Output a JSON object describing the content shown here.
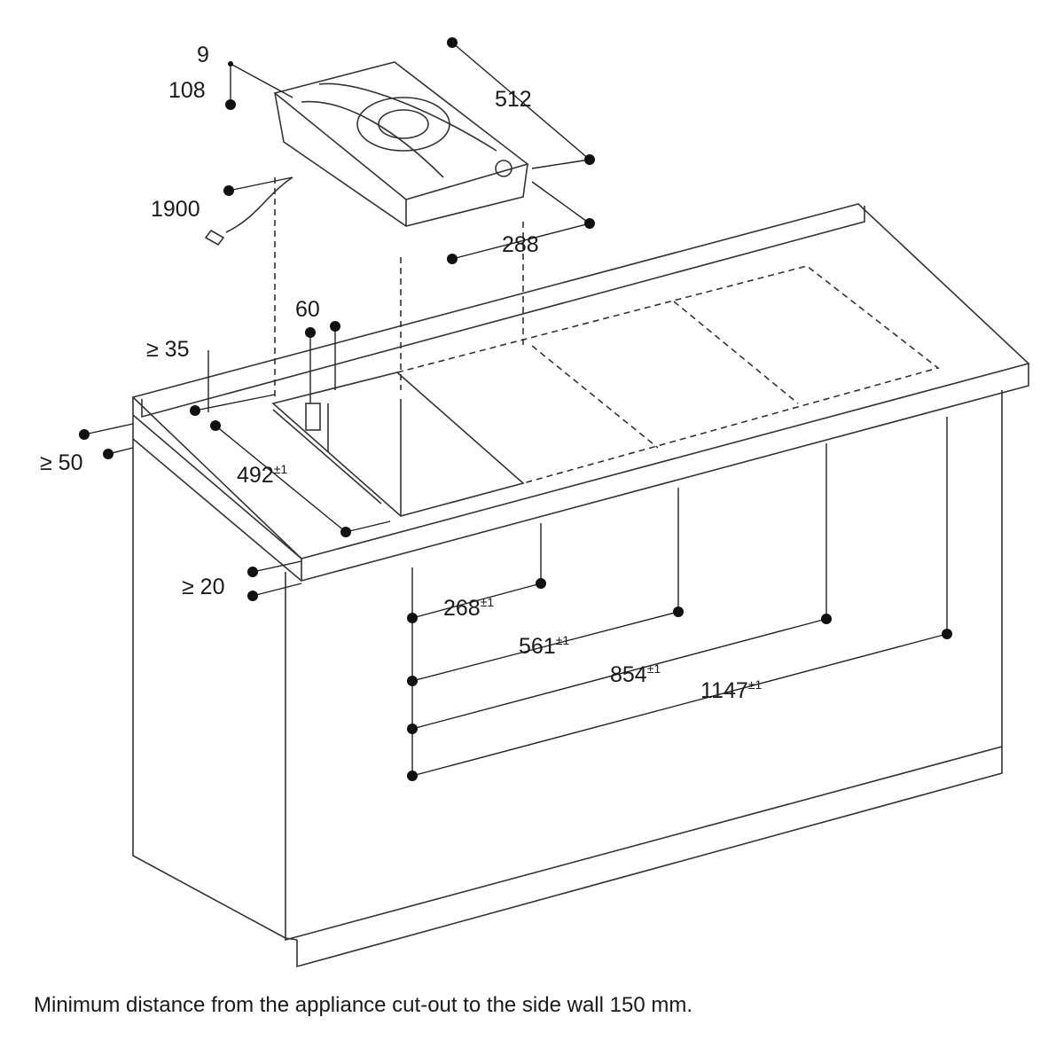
{
  "dimensions": {
    "appliance_thickness_top": "9",
    "appliance_height": "108",
    "appliance_depth": "512",
    "cable_length": "1900",
    "appliance_width": "288",
    "connection_offset": "60",
    "rear_clearance": "≥ 35",
    "wall_clearance": "≥ 50",
    "cutout_depth": {
      "value": "492",
      "tolerance": "±1"
    },
    "front_clearance": "≥ 20",
    "cutout_width_1": {
      "value": "268",
      "tolerance": "±1"
    },
    "cutout_width_2": {
      "value": "561",
      "tolerance": "±1"
    },
    "cutout_width_3": {
      "value": "854",
      "tolerance": "±1"
    },
    "cutout_width_4": {
      "value": "1147",
      "tolerance": "±1"
    }
  },
  "caption": "Minimum distance from the appliance cut-out to the side wall 150 mm."
}
